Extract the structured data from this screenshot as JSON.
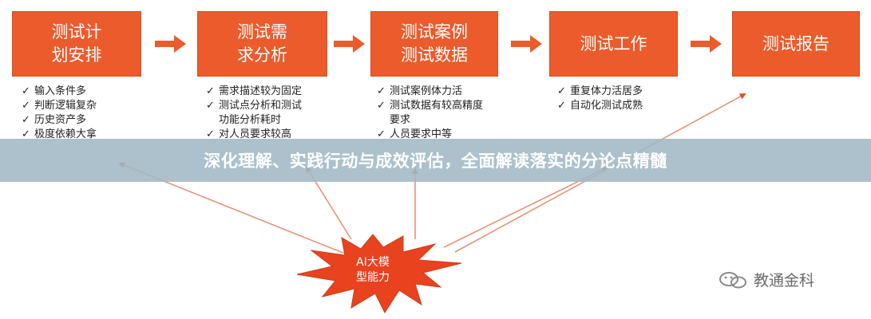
{
  "steps": [
    {
      "label": "测试计\n划安排",
      "items": [
        "输入条件多",
        "判断逻辑复杂",
        "历史资产多",
        "极度依赖大拿"
      ]
    },
    {
      "label": "测试需\n求分析",
      "items": [
        "需求描述较为固定",
        "测试点分析和测试",
        "功能分析耗时",
        "对人员要求较高"
      ]
    },
    {
      "label": "测试案例\n测试数据",
      "items": [
        "测试案例体力活",
        "测试数据有较高精度",
        "要求",
        "人员要求中等"
      ]
    },
    {
      "label": "测试工作",
      "items": [
        "重复体力活居多",
        "自动化测试成熟"
      ]
    },
    {
      "label": "测试报告",
      "items": []
    }
  ],
  "center": {
    "label": "AI大模\n型能力"
  },
  "banner": {
    "text": "深化理解、实践行动与成效评估，全面解读落实的分论点精髓"
  },
  "watermark": {
    "text": "教通金科"
  },
  "colors": {
    "accent": "#ec5b2b",
    "banner": "#a0b8c4"
  }
}
